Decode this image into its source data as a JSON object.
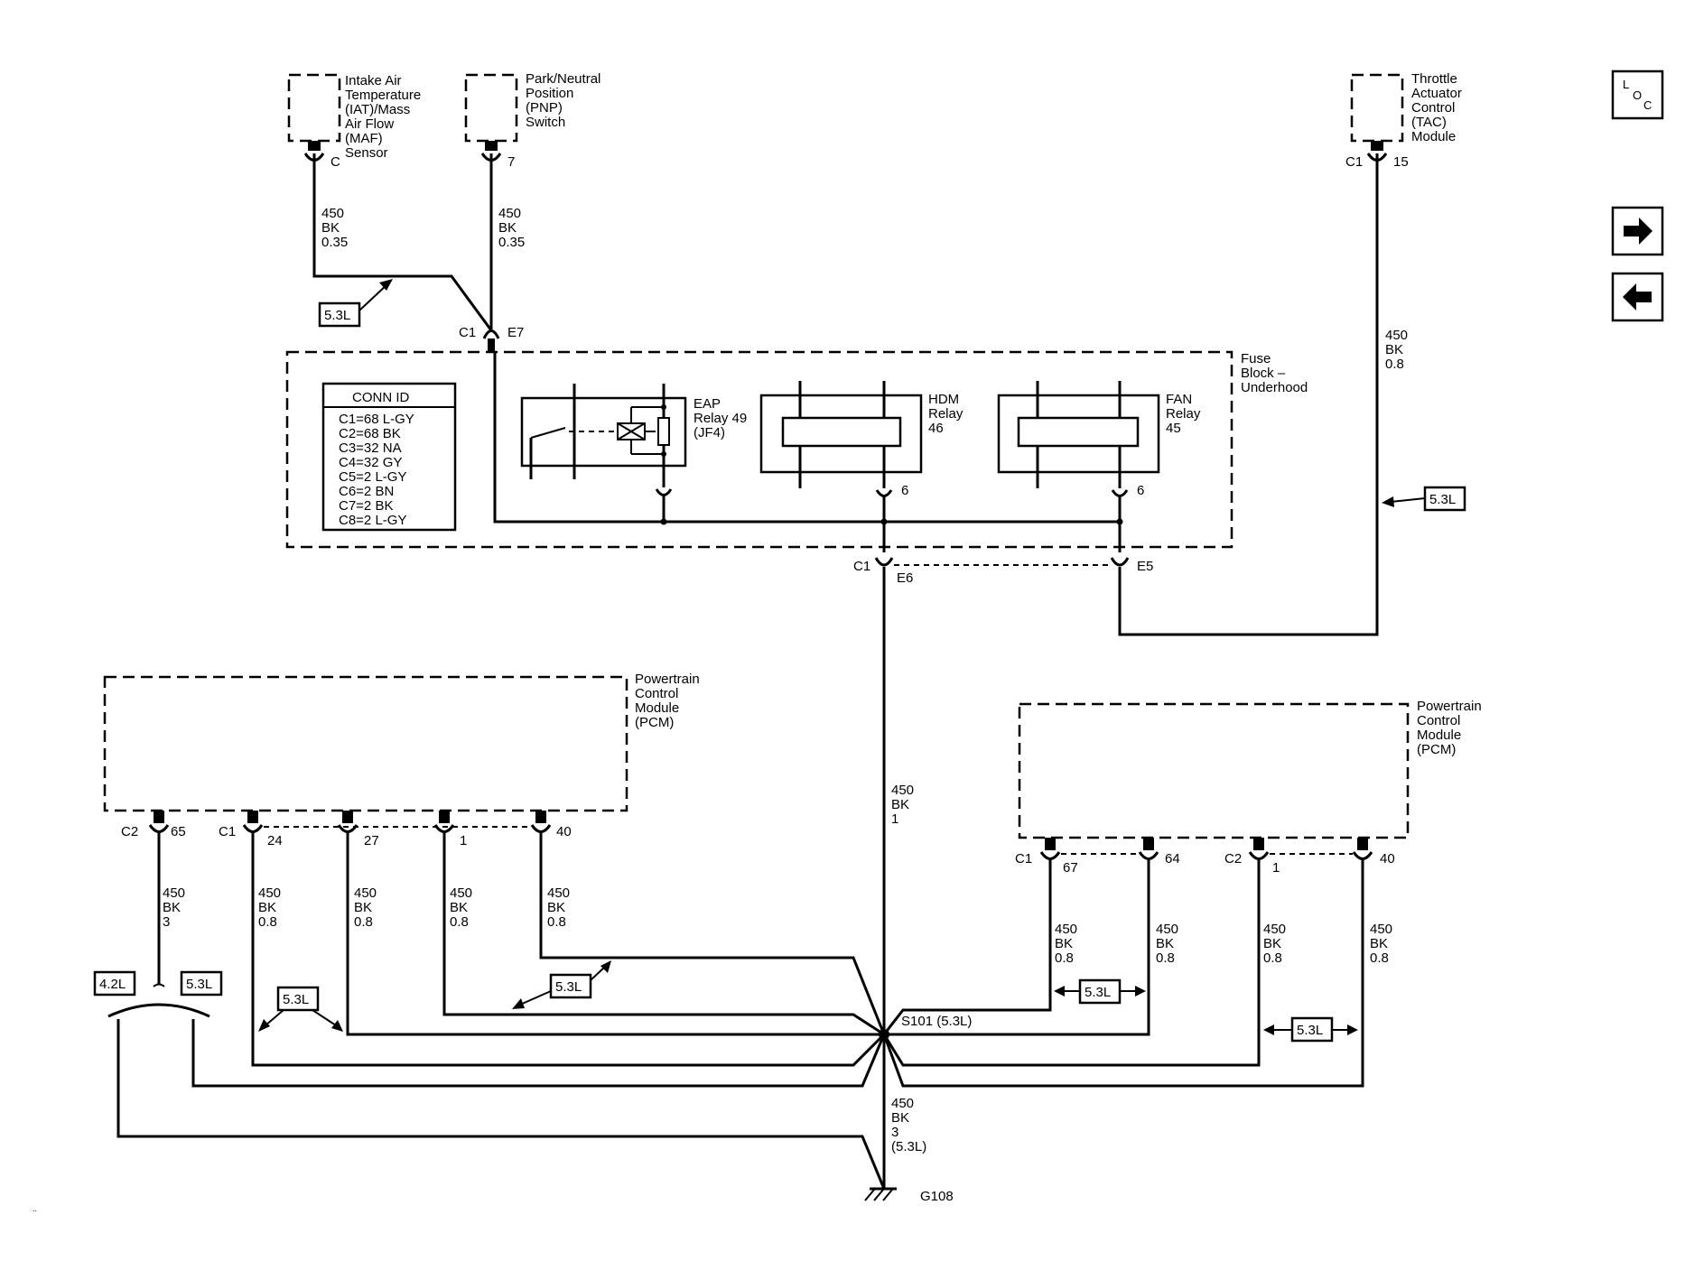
{
  "loc_button": {
    "l": "L",
    "o": "O",
    "c": "C"
  },
  "icons": {
    "forward": "arrow-right-icon",
    "back": "arrow-left-icon",
    "loc": "locator-icon"
  },
  "components": {
    "iat_maf": {
      "lines": [
        "Intake Air",
        "Temperature",
        "(IAT)/Mass",
        "Air Flow",
        "(MAF)",
        "Sensor"
      ],
      "pin": "C"
    },
    "pnp": {
      "lines": [
        "Park/Neutral",
        "Position",
        "(PNP)",
        "Switch"
      ],
      "pin": "7"
    },
    "tac": {
      "lines": [
        "Throttle",
        "Actuator",
        "Control",
        "(TAC)",
        "Module"
      ],
      "conn": "C1",
      "pin": "15"
    },
    "fuse_block": {
      "lines": [
        "Fuse",
        "Block –",
        "Underhood"
      ]
    },
    "eap_relay": {
      "lines": [
        "EAP",
        "Relay 49",
        "(JF4)"
      ]
    },
    "hdm_relay": {
      "lines": [
        "HDM",
        "Relay",
        "46"
      ],
      "pin": "6"
    },
    "fan_relay": {
      "lines": [
        "FAN",
        "Relay",
        "45"
      ],
      "pin": "6"
    },
    "pcm_left": {
      "lines": [
        "Powertrain",
        "Control",
        "Module",
        "(PCM)"
      ]
    },
    "pcm_right": {
      "lines": [
        "Powertrain",
        "Control",
        "Module",
        "(PCM)"
      ]
    }
  },
  "conn_id": {
    "title": "CONN ID",
    "rows": [
      "C1=68 L-GY",
      "C2=68 BK",
      "C3=32 NA",
      "C4=32 GY",
      "C5=2 L-GY",
      "C6=2 BN",
      "C7=2 BK",
      "C8=2 L-GY"
    ]
  },
  "wires": {
    "iat": [
      "450",
      "BK",
      "0.35"
    ],
    "pnp": [
      "450",
      "BK",
      "0.35"
    ],
    "tac": [
      "450",
      "BK",
      "0.8"
    ],
    "center": [
      "450",
      "BK",
      "1"
    ],
    "pcm_c2_65": [
      "450",
      "BK",
      "3"
    ],
    "pcm_c1_24": [
      "450",
      "BK",
      "0.8"
    ],
    "pcm_c1_27": [
      "450",
      "BK",
      "0.8"
    ],
    "pcm_c1_1": [
      "450",
      "BK",
      "0.8"
    ],
    "pcm_c1_40": [
      "450",
      "BK",
      "0.8"
    ],
    "rpcm_c1_67": [
      "450",
      "BK",
      "0.8"
    ],
    "rpcm_c1_64": [
      "450",
      "BK",
      "0.8"
    ],
    "rpcm_c2_1": [
      "450",
      "BK",
      "0.8"
    ],
    "rpcm_c2_40": [
      "450",
      "BK",
      "0.8"
    ],
    "ground": [
      "450",
      "BK",
      "3",
      "(5.3L)"
    ]
  },
  "connectors": {
    "fb_c1": "C1",
    "fb_e7": "E7",
    "fb_c1_lower": "C1",
    "fb_e6": "E6",
    "fb_e5": "E5",
    "lpcm_c2": "C2",
    "lpcm_65": "65",
    "lpcm_c1": "C1",
    "lpcm_24": "24",
    "lpcm_27": "27",
    "lpcm_1": "1",
    "lpcm_40": "40",
    "rpcm_c1": "C1",
    "rpcm_67": "67",
    "rpcm_64": "64",
    "rpcm_c2": "C2",
    "rpcm_1": "1",
    "rpcm_40": "40"
  },
  "splice": "S101 (5.3L)",
  "ground": "G108",
  "option_tags": {
    "t1": "5.3L",
    "t2": "5.3L",
    "t3": "4.2L",
    "t4": "5.3L",
    "t5": "5.3L",
    "t6": "5.3L",
    "t7": "5.3L",
    "t8": "5.3L"
  },
  "corner_mark": ".."
}
